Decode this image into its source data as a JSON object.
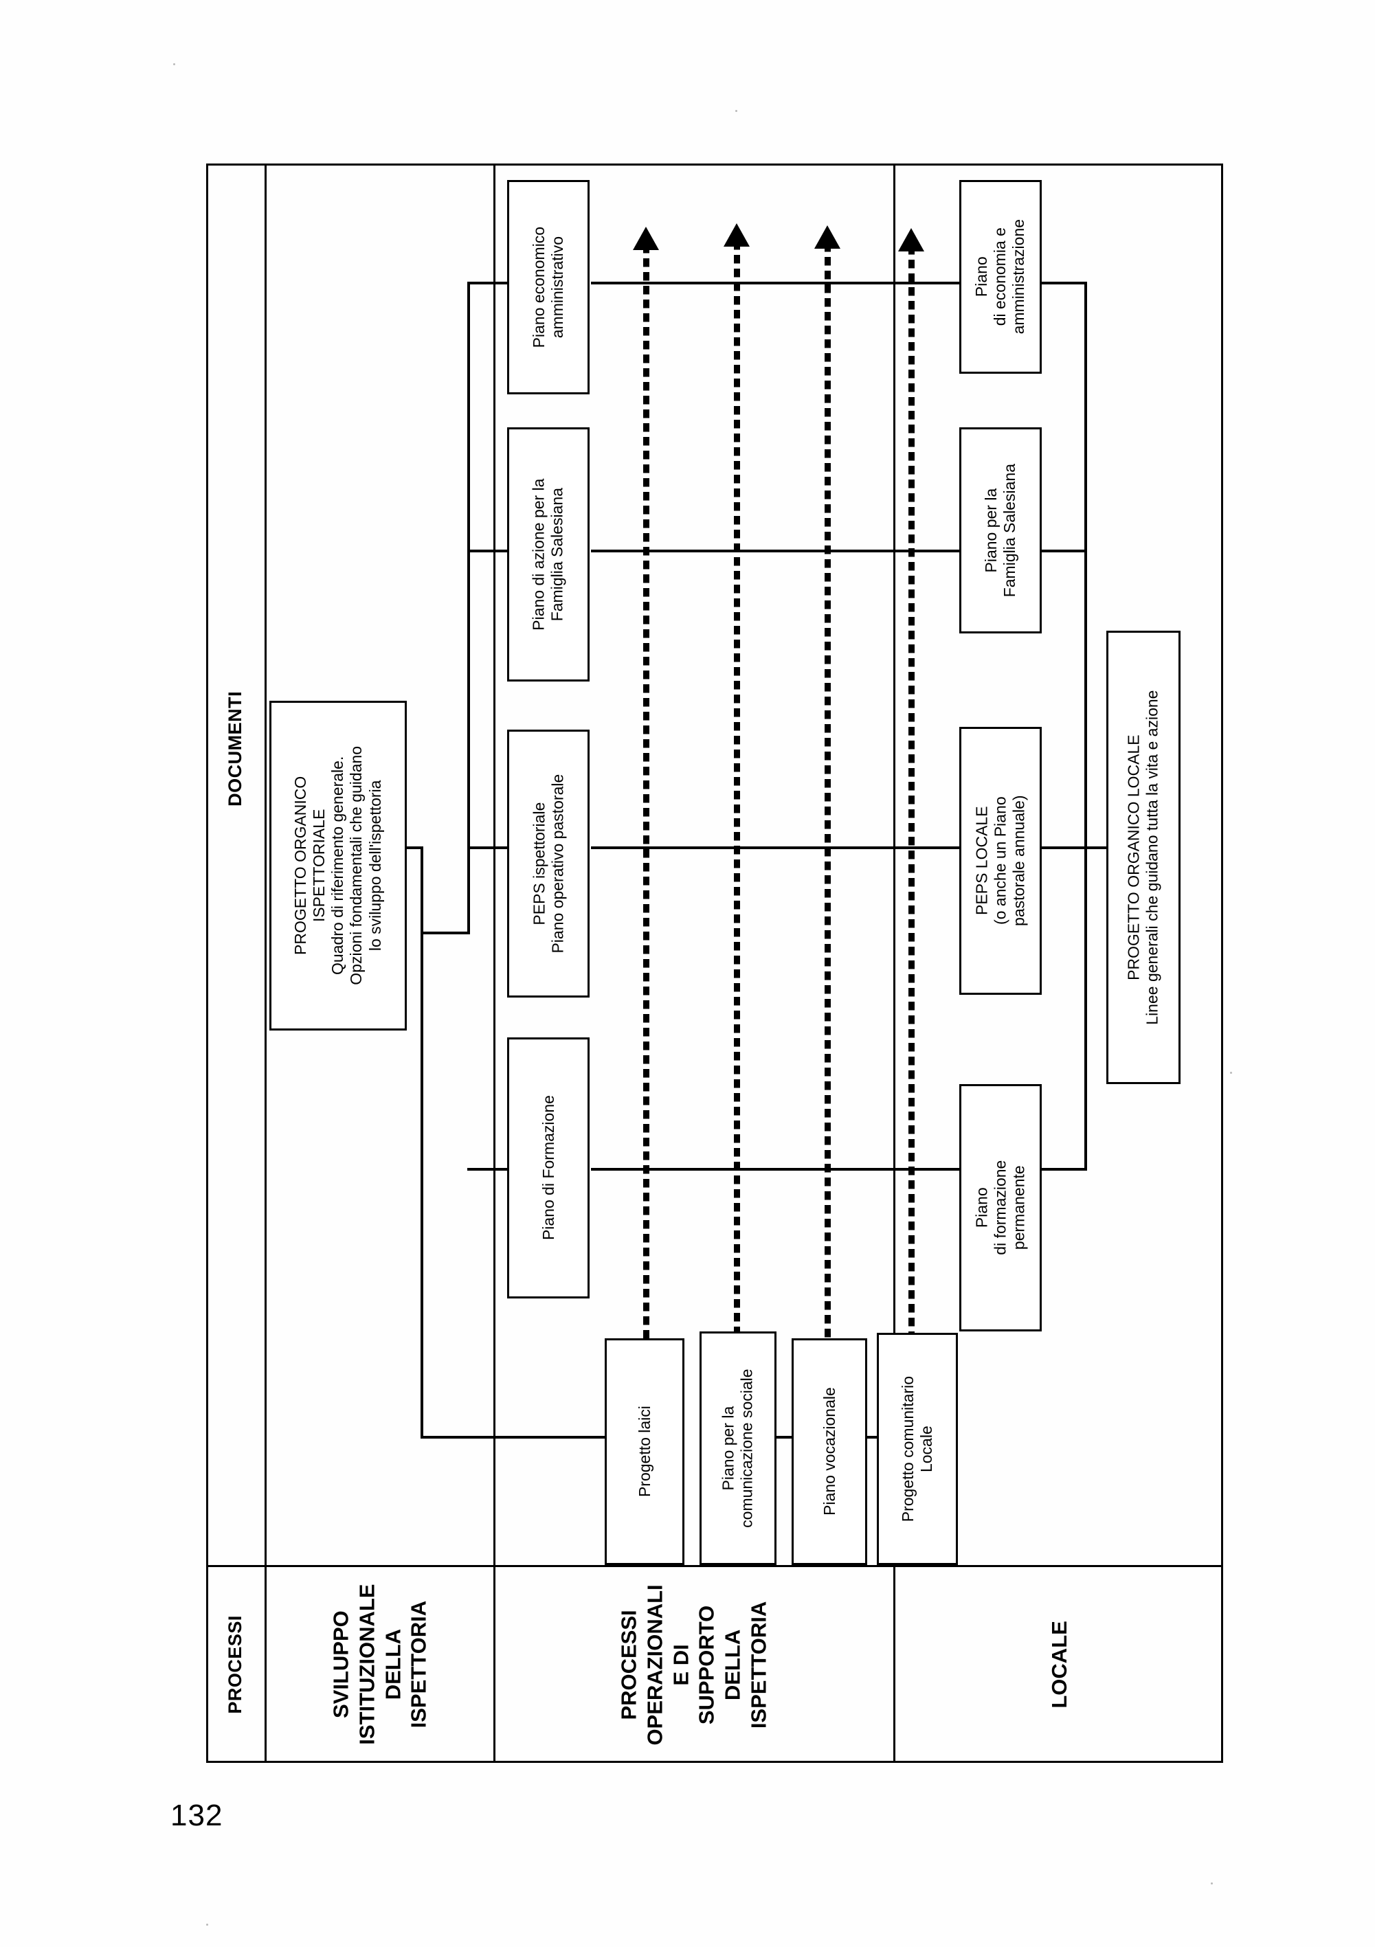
{
  "page": {
    "number": "132"
  },
  "diagram": {
    "headers": {
      "processi": "PROCESSI",
      "documenti": "DOCUMENTI"
    },
    "rows": [
      {
        "id": "sviluppo",
        "label": "SVILUPPO\nISTITUZIONALE\nDELLA\nISPETTORIA"
      },
      {
        "id": "operazionali",
        "label": "PROCESSI\nOPERAZIONALI\nE DI\nSUPPORTO\nDELLA\nISPETTORIA"
      },
      {
        "id": "locale",
        "label": "LOCALE"
      }
    ],
    "row_labels": {
      "sviluppo_l1": "SVILUPPO",
      "sviluppo_l2": "ISTITUZIONALE",
      "sviluppo_l3": "DELLA",
      "sviluppo_l4": "ISPETTORIA",
      "oper_l1": "PROCESSI",
      "oper_l2": "OPERAZIONALI",
      "oper_l3": "E DI",
      "oper_l4": "SUPPORTO",
      "oper_l5": "DELLA",
      "oper_l6": "ISPETTORIA",
      "locale_l1": "LOCALE"
    },
    "boxes": {
      "progetto_organico_ispettoriale": {
        "l1": "PROGETTO ORGANICO",
        "l2": "ISPETTORIALE",
        "l3": "Quadro di riferimento generale.",
        "l4": "Opzioni fondamentali che guidano",
        "l5": "lo sviluppo dell'ispettoria"
      },
      "piano_formazione": {
        "l1": "Piano di Formazione"
      },
      "peps_ispettoriale": {
        "l1": "PEPS ispettoriale",
        "l2": "Piano operativo pastorale"
      },
      "piano_azione_famiglia": {
        "l1": "Piano di azione per la",
        "l2": "Famiglia Salesiana"
      },
      "piano_economico_amministrativo": {
        "l1": "Piano economico",
        "l2": "amministrativo"
      },
      "progetto_laici": {
        "l1": "Progetto laici"
      },
      "piano_comunicazione_sociale": {
        "l1": "Piano per la",
        "l2": "comunicazione sociale"
      },
      "piano_vocazionale": {
        "l1": "Piano vocazionale"
      },
      "progetto_comunitario_locale": {
        "l1": "Progetto comunitario",
        "l2": "Locale"
      },
      "piano_formazione_permanente": {
        "l1": "Piano",
        "l2": "di formazione",
        "l3": "permanente"
      },
      "peps_locale": {
        "l1": "PEPS LOCALE",
        "l2": "(o anche un Piano",
        "l3": "pastorale annuale)"
      },
      "piano_famiglia_salesiana_locale": {
        "l1": "Piano per la",
        "l2": "Famiglia Salesiana"
      },
      "piano_economia_amministrazione": {
        "l1": "Piano",
        "l2": "di economia e",
        "l3": "amministrazione"
      },
      "progetto_organico_locale": {
        "l1": "PROGETTO ORGANICO LOCALE",
        "l2": "Linee generali che guidano tutta la vita e azione"
      }
    },
    "arrows": {
      "count": 4,
      "style": "dotted-up-arrow"
    }
  }
}
